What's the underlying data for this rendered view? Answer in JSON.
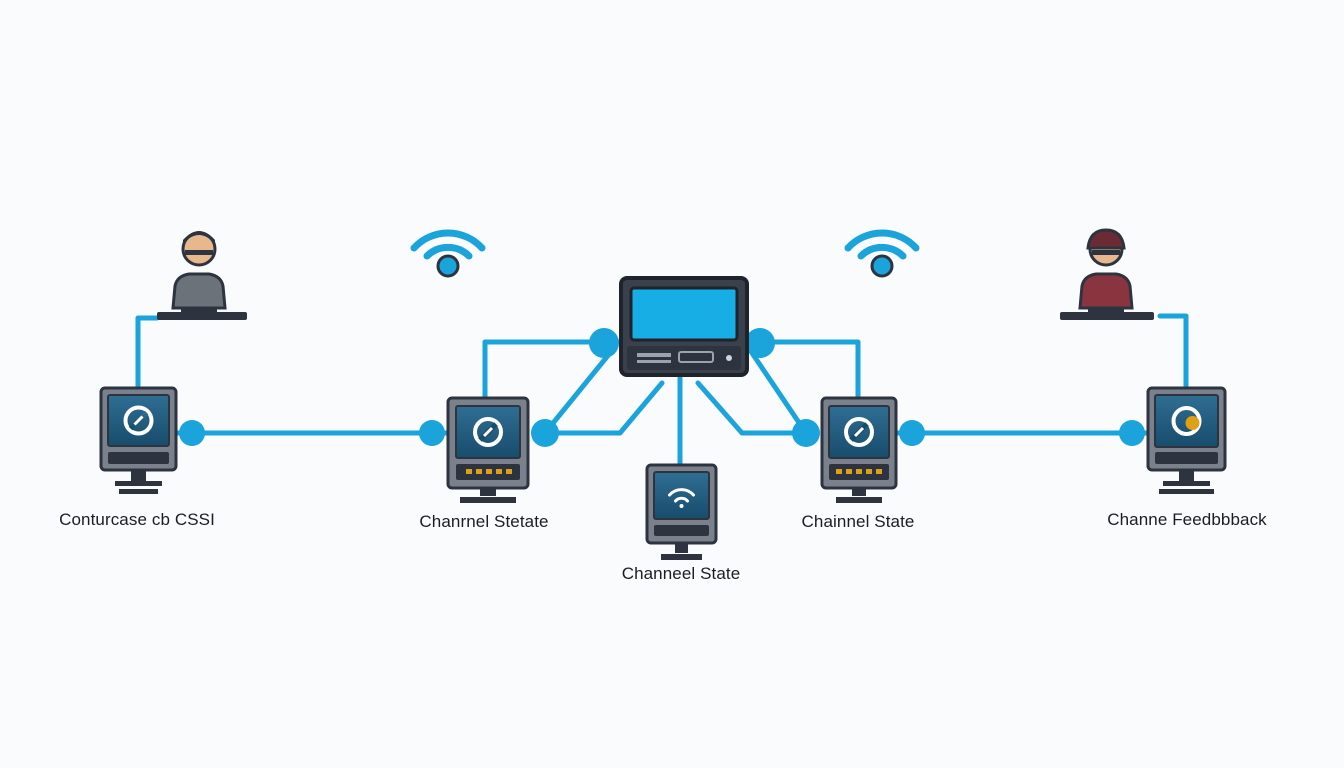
{
  "labels": {
    "node_1": "Conturcase  cb CSSI",
    "node_2": "Chanrnel Stetate",
    "node_3": "Channeel State",
    "node_4": "Chainnel State",
    "node_5": "Channe Feedbbback"
  },
  "colors": {
    "link": "#1ba3dc",
    "screen": "#17aee6",
    "dark": "#2d3440",
    "shell": "#7a818c",
    "accent": "#e0a016",
    "person_left": "#6c727a",
    "person_right": "#8a3440"
  },
  "icons": [
    "person-icon",
    "wifi-icon",
    "router-icon",
    "computer-icon",
    "sync-icon"
  ]
}
